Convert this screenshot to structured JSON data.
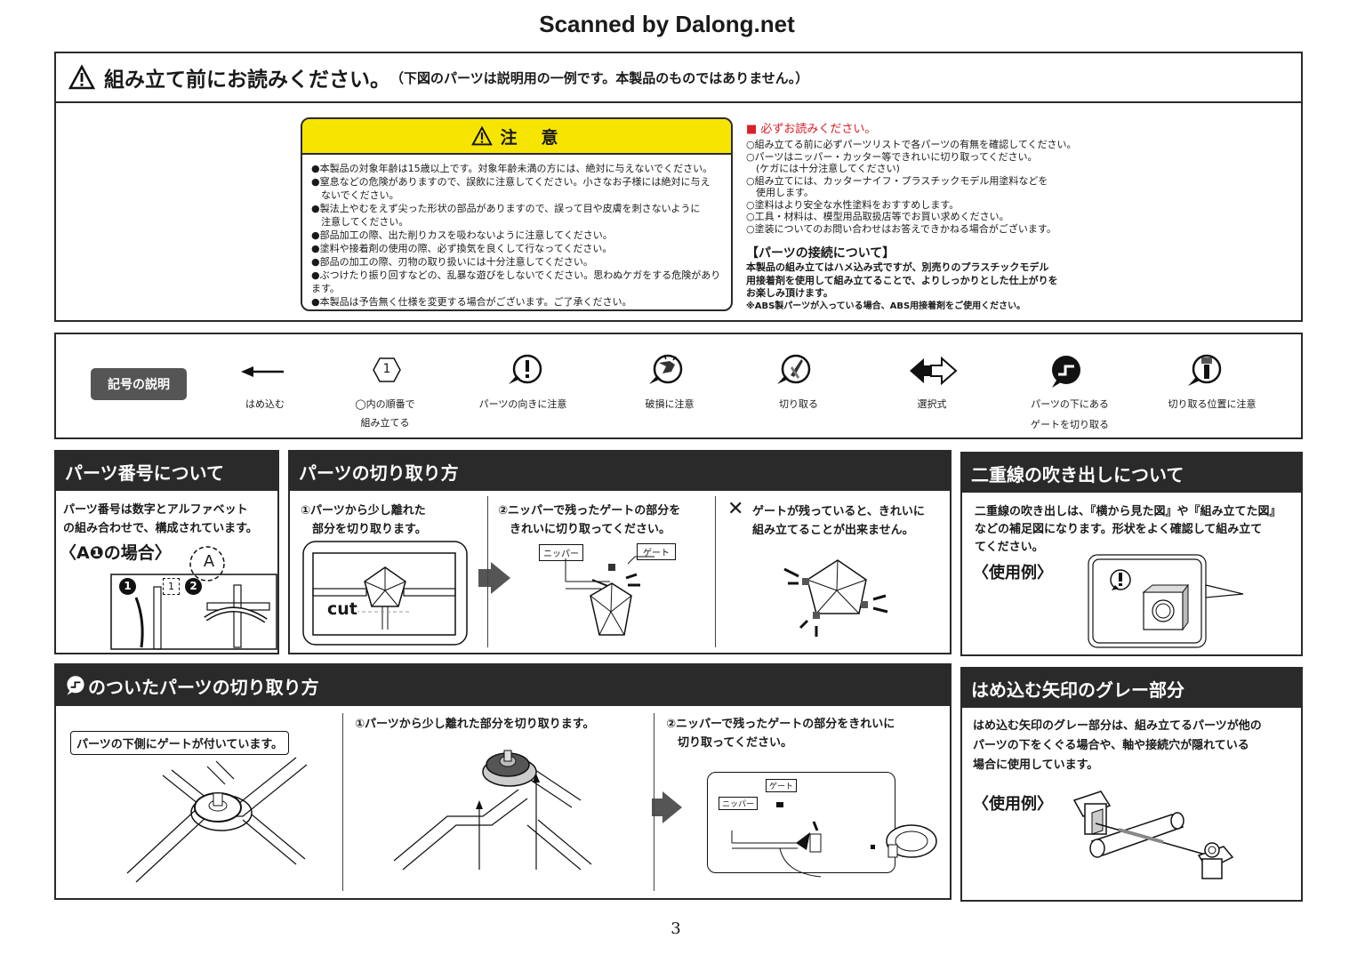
{
  "header": {
    "title": "Scanned by Dalong.net"
  },
  "preface": {
    "title": "組み立て前にお読みください。",
    "note": "（下図のパーツは説明用の一例です。本製品のものではありません。）",
    "caution": {
      "title": "注　意",
      "items": [
        "●本製品の対象年齢は15歳以上です。対象年齢未満の方には、絶対に与えないでください。",
        "●窒息などの危険がありますので、誤飲に注意してください。小さなお子様には絶対に与え",
        "　ないでください。",
        "●製法上やむをえず尖った形状の部品がありますので、誤って目や皮膚を刺さないように",
        "　注意してください。",
        "●部品加工の際、出た削りカスを吸わないように注意してください。",
        "●塗料や接着剤の使用の際、必ず換気を良くして行なってください。",
        "●部品の加工の際、刃物の取り扱いには十分注意してください。",
        "●ぶつけたり振り回すなどの、乱暴な遊びをしないでください。思わぬケガをする危険があります。",
        "●本製品は予告無く仕様を変更する場合がございます。ご了承ください。"
      ]
    },
    "must_read": {
      "title": "■ 必ずお読みください。",
      "items": [
        "○組み立てる前に必ずパーツリストで各パーツの有無を確認してください。",
        "○パーツはニッパー・カッター等できれいに切り取ってください。",
        "　(ケガには十分注意してください)",
        "○組み立てには、カッターナイフ・プラスチックモデル用塗料などを",
        "　使用します。",
        "○塗料はより安全な水性塗料をおすすめします。",
        "○工具・材料は、模型用品取扱店等でお買い求めください。",
        "○塗装についてのお問い合わせはお答えできかねる場合がございます。"
      ]
    },
    "connection": {
      "title": "【パーツの接続について】",
      "lines": [
        "本製品の組み立てはハメ込み式ですが、別売りのプラスチックモデル",
        "用接着剤を使用して組み立てることで、よりしっかりとした仕上がりを",
        "お楽しみ頂けます。",
        "※ABS製パーツが入っている場合、ABS用接着剤をご使用ください。"
      ]
    }
  },
  "symbols": {
    "tag": "記号の説明",
    "items": [
      {
        "icon": "arrow-left-icon",
        "label": "はめ込む"
      },
      {
        "icon": "hexagon-number-icon",
        "number": "1",
        "label": "◯内の順番で",
        "label2": "組み立てる"
      },
      {
        "icon": "exclamation-icon",
        "label": "パーツの向きに注意"
      },
      {
        "icon": "break-icon",
        "label": "破損に注意"
      },
      {
        "icon": "cut-icon",
        "label": "切り取る"
      },
      {
        "icon": "double-arrow-icon",
        "label": "選択式"
      },
      {
        "icon": "under-gate-icon",
        "label": "パーツの下にある",
        "label2": "ゲートを切り取る"
      },
      {
        "icon": "cut-position-icon",
        "label": "切り取る位置に注意"
      }
    ]
  },
  "part_number": {
    "title": "パーツ番号について",
    "text1": "パーツ番号は数字とアルファベット",
    "text2": "の組み合わせで、構成されています。",
    "example": "〈A❶の場合〉",
    "runner_letter": "A",
    "n1": "1",
    "n1b": "1",
    "n2": "2"
  },
  "cutting": {
    "title": "パーツの切り取り方",
    "step1a": "①パーツから少し離れた",
    "step1b": "　部分を切り取ります。",
    "cut_label": "cut",
    "step2a": "②ニッパーで残ったゲートの部分を",
    "step2b": "　きれいに切り取ってください。",
    "nipper": "ニッパー",
    "gate": "ゲート",
    "warn_mark": "✕",
    "warn1": "ゲートが残っていると、きれいに",
    "warn2": "組み立てることが出来ません。"
  },
  "double_line": {
    "title": "二重線の吹き出しについて",
    "text1": "二重線の吹き出しは、『横から見た図』や『組み立てた図』",
    "text2": "などの補足図になります。形状をよく確認して組み立て",
    "text3": "てください。",
    "example": "〈使用例〉"
  },
  "under_gate": {
    "title": "のついたパーツの切り取り方",
    "tag": "パーツの下側にゲートが付いています。",
    "step1": "①パーツから少し離れた部分を切り取ります。",
    "step2a": "②ニッパーで残ったゲートの部分をきれいに",
    "step2b": "　切り取ってください。",
    "gate": "ゲート",
    "nipper": "ニッパー"
  },
  "gray_arrow": {
    "title": "はめ込む矢印のグレー部分",
    "text1": "はめ込む矢印のグレー部分は、組み立てるパーツが他の",
    "text2": "パーツの下をくぐる場合や、軸や接続穴が隠れている",
    "text3": "場合に使用しています。",
    "example": "〈使用例〉"
  },
  "footer": {
    "page": "3"
  }
}
